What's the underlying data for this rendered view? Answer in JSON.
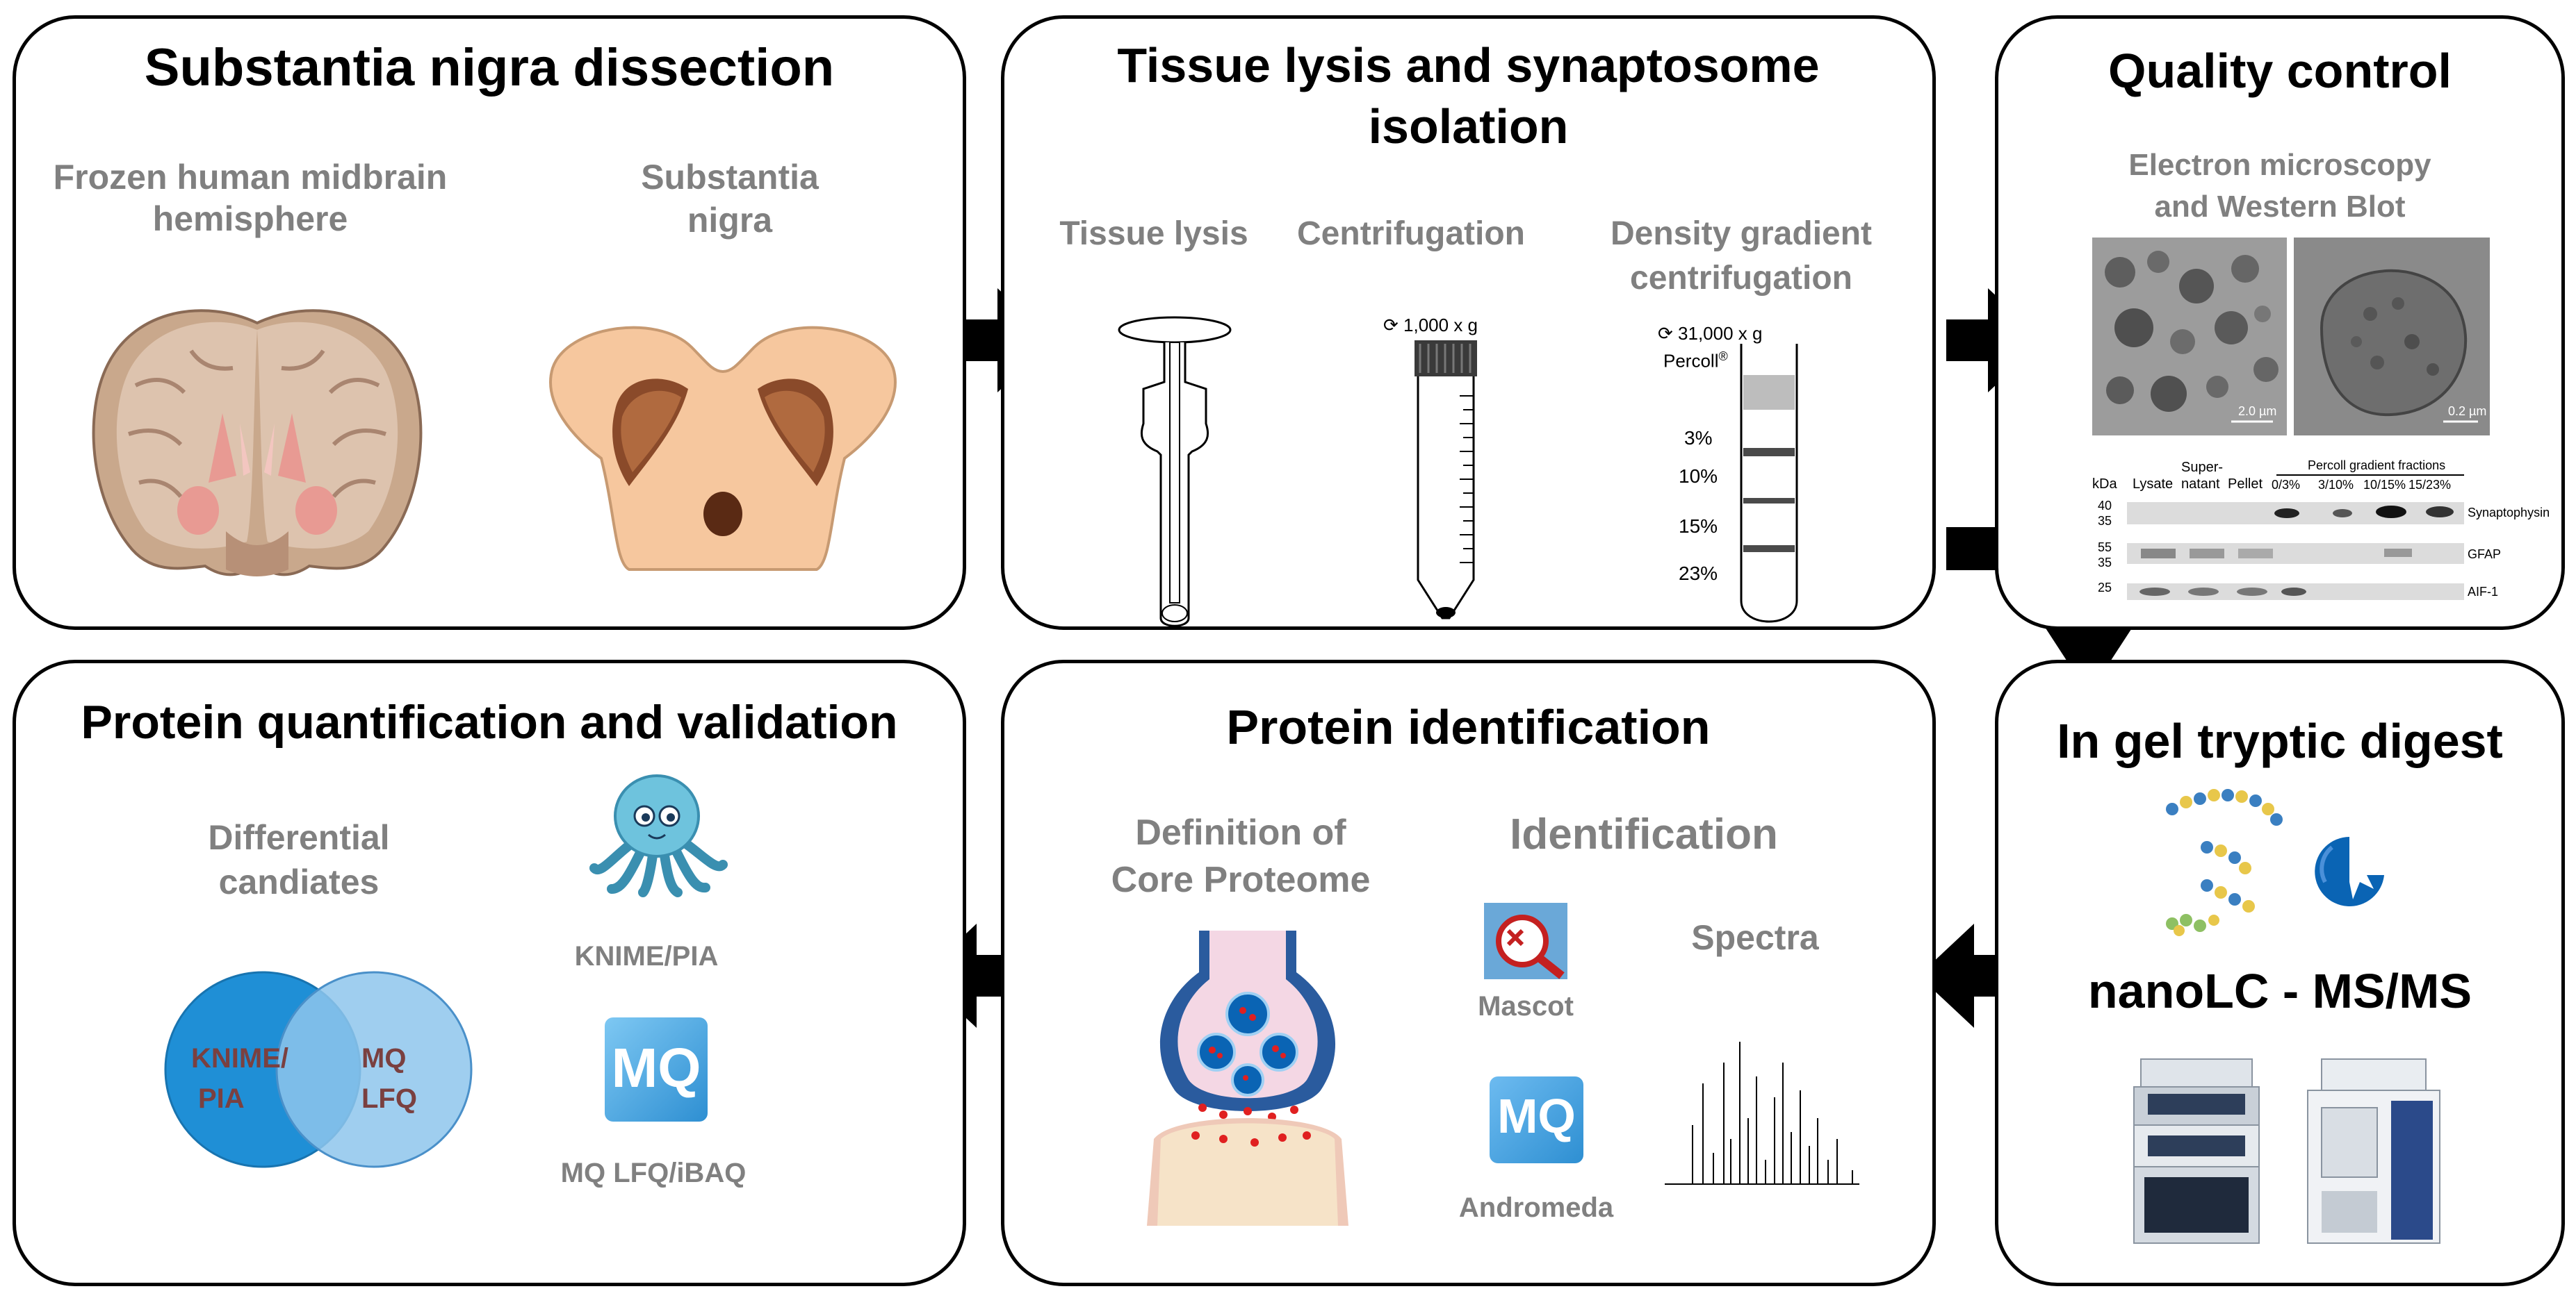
{
  "colors": {
    "border": "#000000",
    "subtitle_gray": "#808080",
    "venn_left": "#1f8fd6",
    "venn_right": "#8ec5ec",
    "vesicle_blue": "#0a64b4",
    "brain_tan": "#c9a88c",
    "nigra_peach": "#f6c79e"
  },
  "panels": {
    "dissection": {
      "title": "Substantia nigra dissection",
      "label_brain": "Frozen human midbrain hemisphere",
      "label_nigra_line1": "Substantia",
      "label_nigra_line2": "nigra"
    },
    "lysis": {
      "title_line1": "Tissue lysis and synaptosome",
      "title_line2": "isolation",
      "step1": "Tissue lysis",
      "step2": "Centrifugation",
      "step3_line1": "Density gradient",
      "step3_line2": "centrifugation",
      "centrifuge_speed": "1,000 x g",
      "gradient_speed": "31,000 x g",
      "percoll": "Percoll",
      "percoll_mark": "®",
      "fractions": [
        "3%",
        "10%",
        "15%",
        "23%"
      ]
    },
    "quality": {
      "title": "Quality control",
      "subtitle_line1": "Electron microscopy",
      "subtitle_line2": "and Western Blot",
      "scale_left": "2.0 µm",
      "scale_right": "0.2 µm",
      "wb": {
        "kda": "kDa",
        "lanes": [
          "Lysate",
          "Super-",
          "natant",
          "Pellet",
          "0/3%",
          "3/10%",
          "10/15%",
          "15/23%"
        ],
        "header": "Percoll gradient fractions",
        "markers": [
          "40",
          "35",
          "55",
          "35",
          "25"
        ],
        "proteins": [
          "Synaptophysin",
          "GFAP",
          "AIF-1"
        ]
      }
    },
    "digest": {
      "title": "In gel tryptic digest",
      "subtitle": "nanoLC - MS/MS"
    },
    "identification": {
      "title": "Protein identification",
      "core_line1": "Definition of",
      "core_line2": "Core Proteome",
      "identification": "Identification",
      "mascot": "Mascot",
      "andromeda": "Andromeda",
      "spectra": "Spectra",
      "mq_logo": "MQ"
    },
    "quantification": {
      "title": "Protein quantification and validation",
      "diff_line1": "Differential",
      "diff_line2": "candiates",
      "venn_left_line1": "KNIME/",
      "venn_left_line2": "PIA",
      "venn_right_line1": "MQ",
      "venn_right_line2": "LFQ",
      "knime": "KNIME/PIA",
      "mq_lfq": "MQ LFQ/iBAQ",
      "mq_logo": "MQ"
    }
  },
  "icons": [
    "brain-section-icon",
    "midbrain-icon",
    "pestle-icon",
    "centrifuge-tube-icon",
    "gradient-tube-icon",
    "peptide-chain-icon",
    "trypsin-icon",
    "lc-instrument-icon",
    "ms-instrument-icon",
    "synapse-icon",
    "mascot-logo-icon",
    "maxquant-logo-icon",
    "spectrum-icon",
    "octopus-icon",
    "venn-diagram-icon"
  ]
}
